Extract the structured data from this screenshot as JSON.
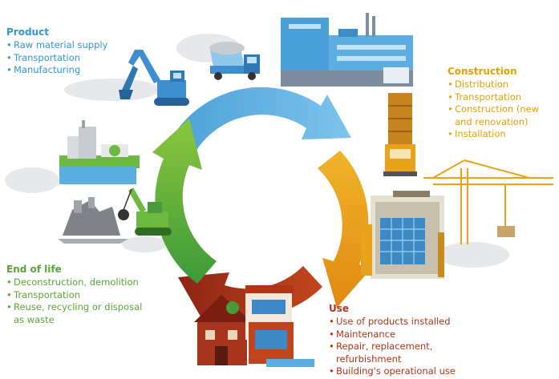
{
  "stages": {
    "product": {
      "title": "Product",
      "items": [
        "Raw material supply",
        "Transportation",
        "Manufacturing"
      ],
      "color": "#2e97d6"
    },
    "construction": {
      "title": "Construction",
      "items": [
        "Distribution",
        "Transportation",
        "Construction (new and renovation)",
        "Installation"
      ],
      "color": "#e7a000"
    },
    "use": {
      "title": "Use",
      "items": [
        "Use of products installed",
        "Maintenance",
        "Repair, replacement, refurbishment",
        "Building's operational use"
      ],
      "color": "#b23417"
    },
    "end_of_life": {
      "title": "End of life",
      "items": [
        "Deconstruction, demolition",
        "Transportation",
        "Reuse, recycling or disposal as waste"
      ],
      "color": "#5aa537"
    }
  },
  "cycle_colors": {
    "blue": "#4aa3dc",
    "orange": "#e8a21c",
    "red": "#a8321a",
    "green": "#5cab3a"
  },
  "illustrations": [
    "excavator-icon",
    "dump-truck-icon",
    "factory-icon",
    "truck-icon",
    "tower-crane-icon",
    "construction-building-icon",
    "houses-icon",
    "demolition-machine-icon",
    "recycling-plant-icon",
    "rubble-icon"
  ]
}
